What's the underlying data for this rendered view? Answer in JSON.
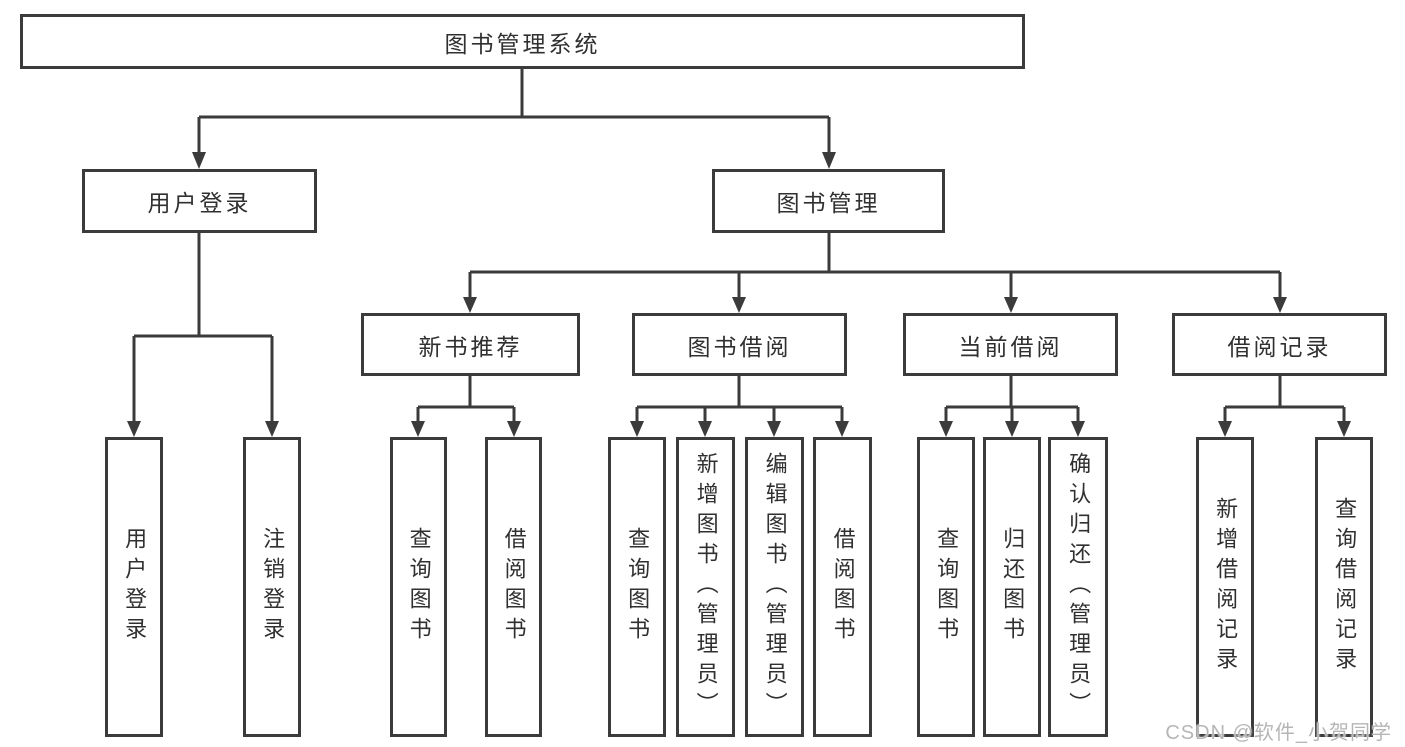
{
  "tree": {
    "root": "图书管理系统",
    "user_login": {
      "label": "用户登录",
      "children": [
        "用户登录",
        "注销登录"
      ]
    },
    "book_mgmt": {
      "label": "图书管理",
      "sections": {
        "new_books": {
          "label": "新书推荐",
          "children": [
            "查询图书",
            "借阅图书"
          ]
        },
        "book_borrow": {
          "label": "图书借阅",
          "children": [
            "查询图书",
            "新增图书（管理员）",
            "编辑图书（管理员）",
            "借阅图书"
          ]
        },
        "current_borrow": {
          "label": "当前借阅",
          "children": [
            "查询图书",
            "归还图书",
            "确认归还（管理员）"
          ]
        },
        "borrow_records": {
          "label": "借阅记录",
          "children": [
            "新增借阅记录",
            "查询借阅记录"
          ]
        }
      }
    }
  },
  "watermark": "CSDN @软件_小贺同学",
  "colors": {
    "line": "#3b3b3b",
    "text": "#303030",
    "background": "#ffffff",
    "watermark": "#b6b6b6"
  }
}
